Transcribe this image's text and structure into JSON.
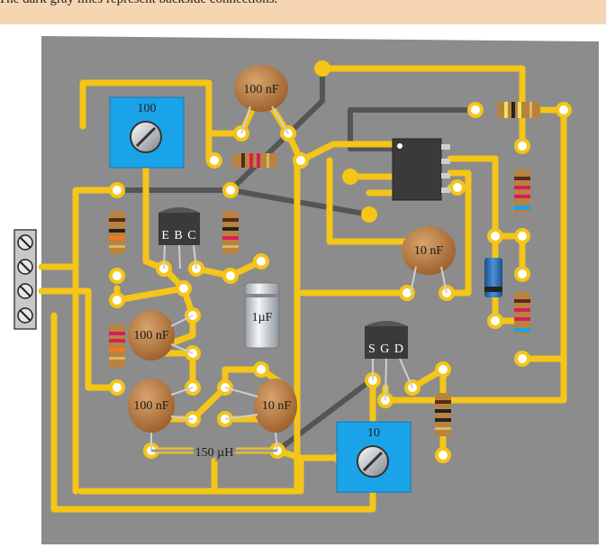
{
  "header": {
    "note": "The dark gray lines represent backside connections."
  },
  "components": {
    "trimmer_top_label": "100",
    "trimmer_bottom_label": "10",
    "cap_top_label": "100 nF",
    "cap_right_label": "10 nF",
    "cap_mid_left_label": "100 nF",
    "cap_bottom_left_label": "100 nF",
    "cap_bottom_right_label": "10 nF",
    "transistor_bjt_label": "E B C",
    "transistor_fet_label": "S G D",
    "electrolytic_label": "1µF",
    "inductor_label": "150 µH"
  },
  "colors": {
    "board": "#8c8c8c",
    "trace": "#f5c518",
    "backside_trace": "#555555",
    "trimmer_body": "#1aa3e8",
    "capacitor_body": "#b5763a",
    "header_band": "#f6d5b3"
  }
}
